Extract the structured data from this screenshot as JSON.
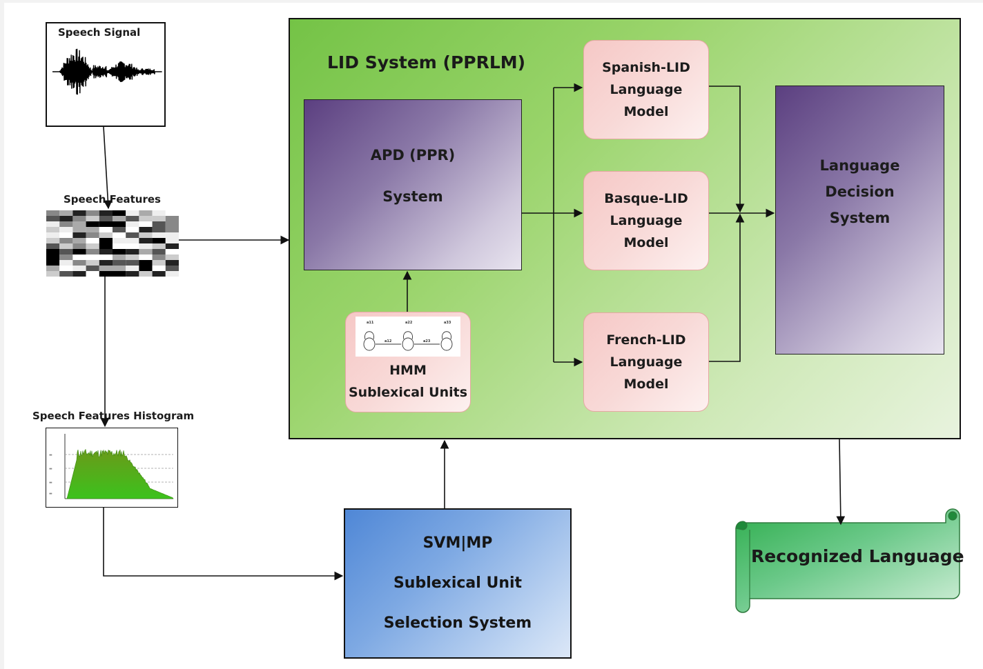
{
  "speech_signal": {
    "label": "Speech Signal"
  },
  "speech_features": {
    "label": "Speech Features"
  },
  "histogram": {
    "label": "Speech Features Histogram"
  },
  "lid_system": {
    "title": "LID System (PPRLM)",
    "apd": {
      "line1": "APD (PPR)",
      "line2": "System"
    },
    "hmm": {
      "line1": "HMM",
      "line2": "Sublexical Units"
    },
    "language_models": [
      {
        "line1": "Spanish-LID",
        "line2": "Language",
        "line3": "Model"
      },
      {
        "line1": "Basque-LID",
        "line2": "Language",
        "line3": "Model"
      },
      {
        "line1": "French-LID",
        "line2": "Language",
        "line3": "Model"
      }
    ],
    "decision": {
      "line1": "Language",
      "line2": "Decision",
      "line3": "System"
    }
  },
  "svm_box": {
    "line1": "SVM|MP",
    "line2": "Sublexical Unit",
    "line3": "Selection System"
  },
  "output": {
    "label": "Recognized Language"
  },
  "colors": {
    "lid_panel": "#74c346",
    "purple_box": "#5b3f80",
    "pink_box": "#f6c8c6",
    "blue_box": "#4f87d6",
    "scroll_green": "#2fae4e",
    "histogram_fill": "#4aa80f"
  }
}
